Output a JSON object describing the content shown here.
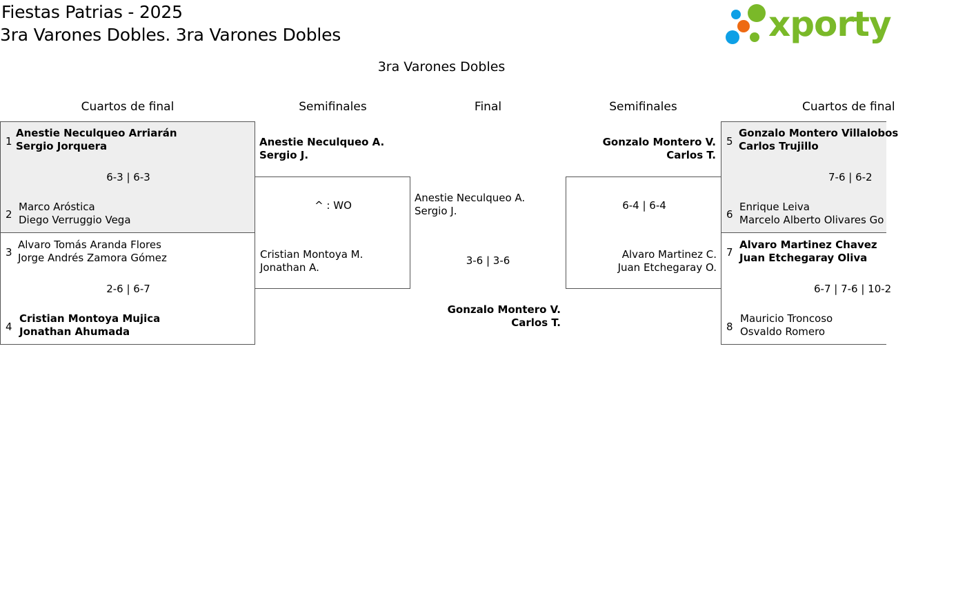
{
  "header": {
    "title_line1": "Fiestas Patrias - 2025",
    "title_line2": "3ra Varones Dobles. 3ra Varones Dobles",
    "bracket_title": "3ra Varones Dobles",
    "logo_text": "xporty"
  },
  "colors": {
    "logo_green": "#7ab929",
    "logo_blue": "#0ea0e6",
    "logo_orange": "#ee6a12",
    "shaded": "#eeeeee"
  },
  "rounds": {
    "left_qf": "Cuartos de final",
    "left_sf": "Semifinales",
    "final": "Final",
    "right_sf": "Semifinales",
    "right_qf": "Cuartos de final"
  },
  "left_qf": [
    {
      "top_seed": "1",
      "top_p1": "Anestie Neculqueo Arriarán",
      "top_p2": "Sergio Jorquera",
      "score": "6-3 | 6-3",
      "bottom_seed": "2",
      "bottom_p1": "Marco Aróstica",
      "bottom_p2": "Diego Verruggio Vega"
    },
    {
      "top_seed": "3",
      "top_p1": "Alvaro Tomás Aranda Flores",
      "top_p2": "Jorge Andrés Zamora Gómez",
      "score": "2-6 | 6-7",
      "bottom_seed": "4",
      "bottom_p1": "Cristian Montoya Mujica",
      "bottom_p2": "Jonathan Ahumada"
    }
  ],
  "right_qf": [
    {
      "top_seed": "5",
      "top_p1": "Gonzalo Montero Villalobos",
      "top_p2": "Carlos Trujillo",
      "score": "7-6 | 6-2",
      "bottom_seed": "6",
      "bottom_p1": "Enrique Leiva",
      "bottom_p2": "Marcelo Alberto Olivares Go"
    },
    {
      "top_seed": "7",
      "top_p1": "Alvaro Martinez Chavez",
      "top_p2": "Juan Etchegaray Oliva",
      "score": "6-7 | 7-6 | 10-2",
      "bottom_seed": "8",
      "bottom_p1": "Mauricio Troncoso",
      "bottom_p2": "Osvaldo Romero"
    }
  ],
  "left_sf": {
    "top_p1": "Anestie Neculqueo A.",
    "top_p2": "Sergio J.",
    "score": "^ : WO",
    "bottom_p1": "Cristian Montoya M.",
    "bottom_p2": "Jonathan A."
  },
  "right_sf": {
    "top_p1": "Gonzalo Montero V.",
    "top_p2": "Carlos T.",
    "score": "6-4 | 6-4",
    "bottom_p1": "Alvaro Martinez C.",
    "bottom_p2": "Juan Etchegaray O."
  },
  "final": {
    "left_p1": "Anestie Neculqueo A.",
    "left_p2": "Sergio J.",
    "score": "3-6 | 3-6",
    "champion_p1": "Gonzalo Montero V.",
    "champion_p2": "Carlos T."
  }
}
